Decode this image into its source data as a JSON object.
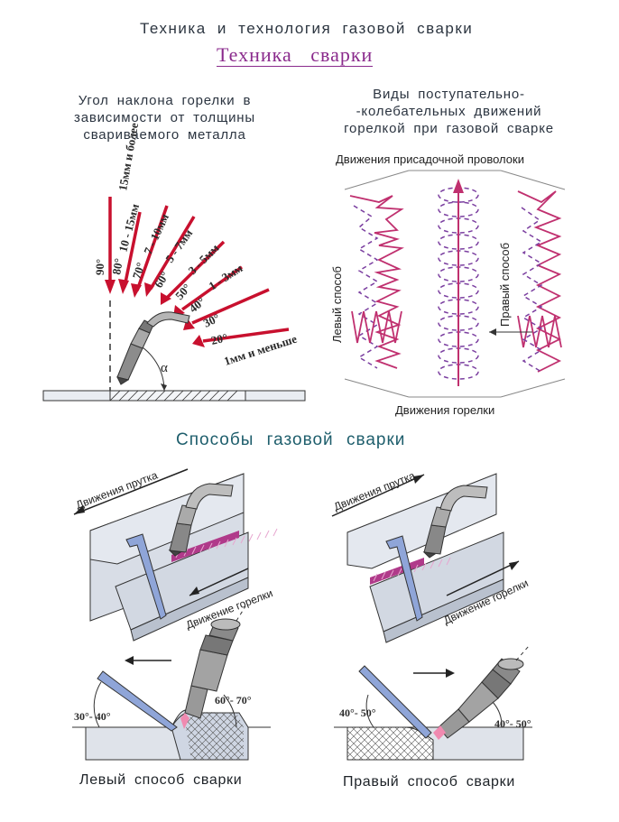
{
  "header": {
    "title": "Техника и технология газовой сварки",
    "subtitle": "Техника сварки"
  },
  "angle_panel": {
    "caption": "Угол наклона горелки в зависимости от толщины свариваемого металла",
    "alpha_label": "α",
    "rays": [
      {
        "angle": "90°",
        "thickness": "15мм и более"
      },
      {
        "angle": "80°",
        "thickness": "10 - 15мм"
      },
      {
        "angle": "70°",
        "thickness": "7 - 10мм"
      },
      {
        "angle": "60°",
        "thickness": "5 - 7мм"
      },
      {
        "angle": "50°",
        "thickness": "3 - 5мм"
      },
      {
        "angle": "40°",
        "thickness": "1 - 3мм"
      },
      {
        "angle": "30°",
        "thickness": "1мм и меньше"
      },
      {
        "angle": "20°",
        "thickness": ""
      }
    ]
  },
  "motion_panel": {
    "caption": "Виды поступательно- -колебательных движений горелкой при газовой сварке",
    "filler_label": "Движения присадочной проволоки",
    "left_label": "Левый способ",
    "right_label": "Правый способ",
    "torch_label": "Движения горелки"
  },
  "methods": {
    "title": "Способы газовой сварки",
    "rod_motion": "Движения прутка",
    "torch_motion": "Движение горелки",
    "left_angle": "30°- 40°",
    "torch_angle_left": "60°- 70°",
    "right_angle_rod": "40°- 50°",
    "right_angle_torch": "40°- 50°",
    "left_caption": "Левый способ сварки",
    "right_caption": "Правый способ сварки"
  },
  "colors": {
    "accent": "#c8102e",
    "purple": "#7b3fa0",
    "magenta": "#c0306f",
    "steel": "#d8dde6",
    "blue_rod": "#8fa5d8"
  }
}
